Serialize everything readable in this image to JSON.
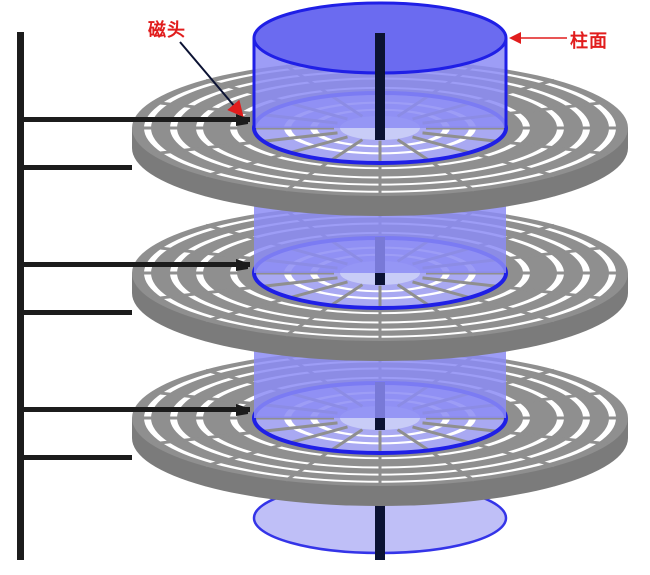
{
  "labels": {
    "head": "磁头",
    "cylinder": "柱面"
  },
  "colors": {
    "label_red": "#e11d1d",
    "platter_gray": "#8f8f8f",
    "track_white": "#ffffff",
    "cylinder_blue": "#1f1fe6",
    "cylinder_fill": "#8c8cf5",
    "spindle_navy": "#0b1233",
    "arm_black": "#1c1c1c"
  },
  "structure": {
    "platters": 3,
    "tracks_per_platter": 5,
    "sectors_per_platter": 16,
    "heads_per_platter": 2
  }
}
